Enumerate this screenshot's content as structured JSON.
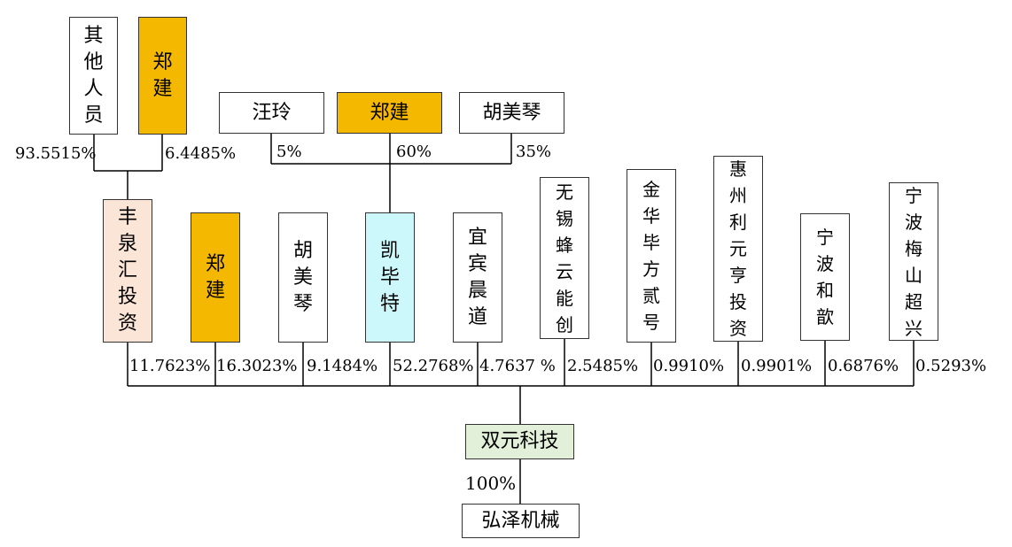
{
  "colors": {
    "orange": "#f5b800",
    "peach": "#fbe5d6",
    "cyan": "#ccf8fb",
    "green": "#e2efd9",
    "white": "#ffffff",
    "line": "#000000"
  },
  "top_left": {
    "others": "其他人员",
    "zheng": "郑建",
    "pct_others": "93.5515%",
    "pct_zheng": "6.4485%"
  },
  "top_mid": {
    "wang": "汪玲",
    "zheng": "郑建",
    "hu": "胡美琴",
    "pct_wang": "5%",
    "pct_zheng": "60%",
    "pct_hu": "35%"
  },
  "shareholders": [
    {
      "name": "丰泉汇投资",
      "pct": "11.7623%"
    },
    {
      "name": "郑建",
      "pct": "16.3023%"
    },
    {
      "name": "胡美琴",
      "pct": "9.1484%"
    },
    {
      "name": "凯毕特",
      "pct": "52.2768%"
    },
    {
      "name": "宜宾晨道",
      "pct": "4.7637 %"
    },
    {
      "name": "无锡蜂云能创",
      "pct": "2.5485%"
    },
    {
      "name": "金华毕方贰号",
      "pct": "0.9910%"
    },
    {
      "name": "惠州利元亨投资",
      "pct": "0.9901%"
    },
    {
      "name": "宁波和歆",
      "pct": "0.6876%"
    },
    {
      "name": "宁波梅山超兴",
      "pct": "0.5293%"
    }
  ],
  "company": "双元科技",
  "subsidiary": {
    "name": "弘泽机械",
    "pct": "100%"
  }
}
